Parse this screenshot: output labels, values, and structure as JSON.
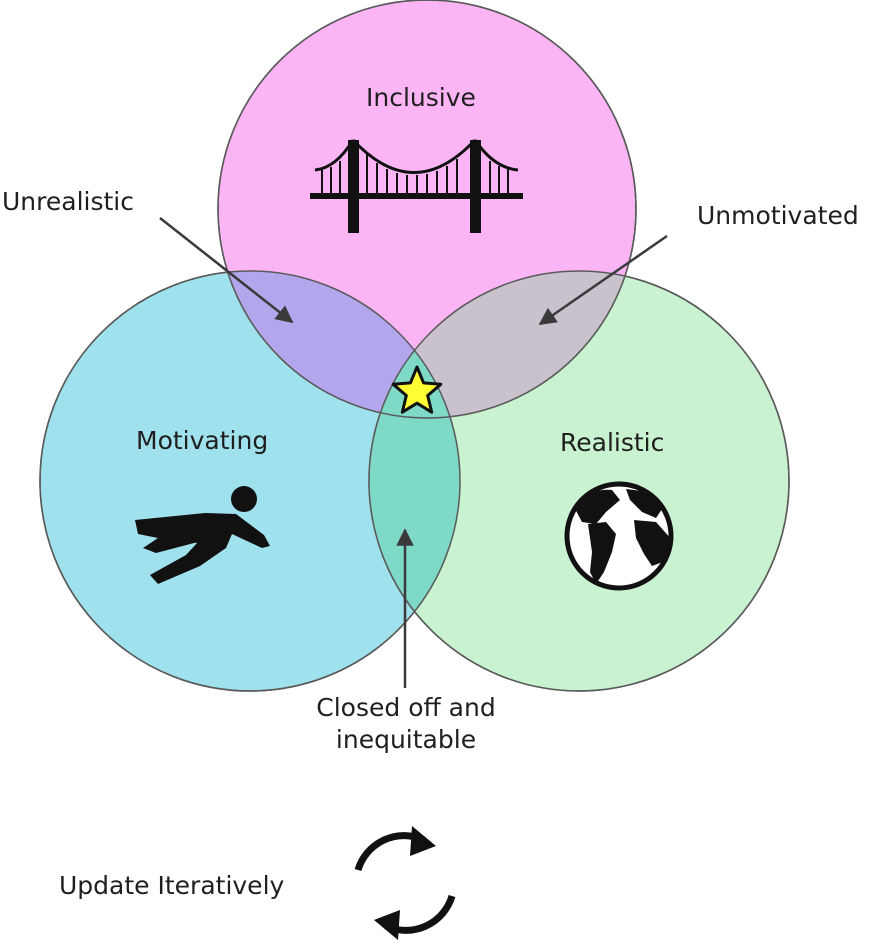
{
  "diagram": {
    "circles": [
      {
        "id": "inclusive",
        "label": "Inclusive",
        "color": "#fbb5f5",
        "icon": "bridge-icon"
      },
      {
        "id": "motivating",
        "label": "Motivating",
        "color": "#9fe1ec",
        "icon": "flying-person-icon"
      },
      {
        "id": "realistic",
        "label": "Realistic",
        "color": "#c8f2d0",
        "icon": "globe-icon"
      }
    ],
    "overlaps": {
      "inclusive_motivating": {
        "color": "#b4a6ec"
      },
      "inclusive_realistic": {
        "color": "#c9c2cc"
      },
      "motivating_realistic": {
        "color": "#7ed9c6"
      }
    },
    "callouts": {
      "unrealistic": "Unrealistic",
      "unmotivated": "Unmotivated",
      "closed_line1": "Closed off and",
      "closed_line2": "inequitable"
    },
    "center_marker": {
      "icon": "star-icon",
      "color": "#ffff33"
    },
    "footer": {
      "label": "Update Iteratively",
      "icon": "refresh-cycle-icon"
    }
  }
}
